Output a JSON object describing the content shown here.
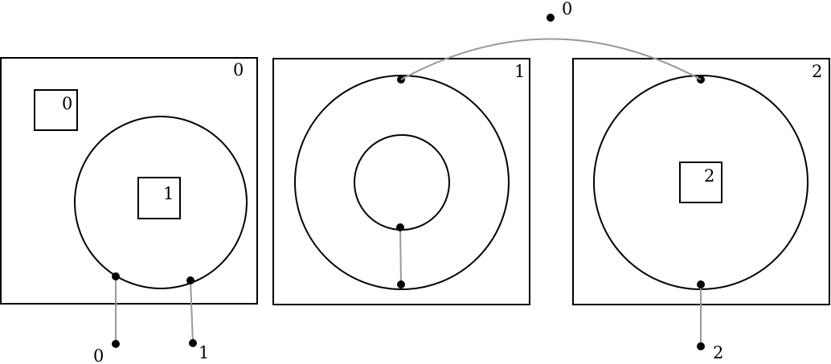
{
  "panels": [
    {
      "label": "0",
      "inner_boxes": [
        {
          "label": "0"
        },
        {
          "label": "1"
        }
      ]
    },
    {
      "label": "1",
      "inner_boxes": []
    },
    {
      "label": "2",
      "inner_boxes": [
        {
          "label": "2"
        }
      ]
    }
  ],
  "terminals": [
    {
      "label": "0"
    },
    {
      "label": "1"
    },
    {
      "label": "0"
    },
    {
      "label": "2"
    }
  ],
  "colors": {
    "stroke": "#000000",
    "connector": "#999999",
    "background": "#ffffff"
  }
}
